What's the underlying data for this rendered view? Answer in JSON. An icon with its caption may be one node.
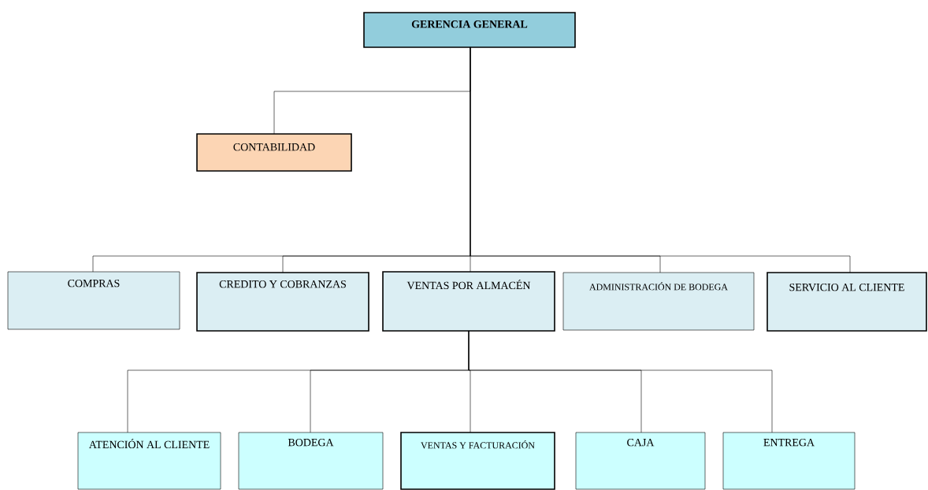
{
  "diagram": {
    "nodes": [
      {
        "text": [
          "GERENCIA GENERAL"
        ]
      },
      {
        "text": [
          "CONTABILIDAD"
        ]
      },
      {
        "text": [
          "COMPRAS"
        ]
      },
      {
        "text": [
          "CREDITO Y COBRANZAS"
        ]
      },
      {
        "text": [
          "VENTAS POR ALMACÉN"
        ]
      },
      {
        "text": [
          "ADMINISTRACIÓN DE BODEGA"
        ]
      },
      {
        "text": [
          "SERVICIO AL CLIENTE"
        ]
      },
      {
        "text": [
          "ATENCIÓN AL CLIENTE"
        ]
      },
      {
        "text": [
          "BODEGA"
        ]
      },
      {
        "text": [
          "VENTAS Y FACTURACIÓN"
        ]
      },
      {
        "text": [
          "CAJA"
        ]
      },
      {
        "text": [
          "ENTREGA"
        ]
      }
    ],
    "edges": [
      {
        "from": 0,
        "to": 1,
        "arrow": "none"
      },
      {
        "from": 0,
        "to": 2,
        "arrow": "none"
      },
      {
        "from": 0,
        "to": 3,
        "arrow": "none"
      },
      {
        "from": 0,
        "to": 4,
        "arrow": "none"
      },
      {
        "from": 0,
        "to": 5,
        "arrow": "none"
      },
      {
        "from": 0,
        "to": 6,
        "arrow": "none"
      },
      {
        "from": 4,
        "to": 7,
        "arrow": "none"
      },
      {
        "from": 4,
        "to": 8,
        "arrow": "none"
      },
      {
        "from": 4,
        "to": 9,
        "arrow": "none"
      },
      {
        "from": 4,
        "to": 10,
        "arrow": "none"
      },
      {
        "from": 4,
        "to": 11,
        "arrow": "none"
      }
    ]
  }
}
